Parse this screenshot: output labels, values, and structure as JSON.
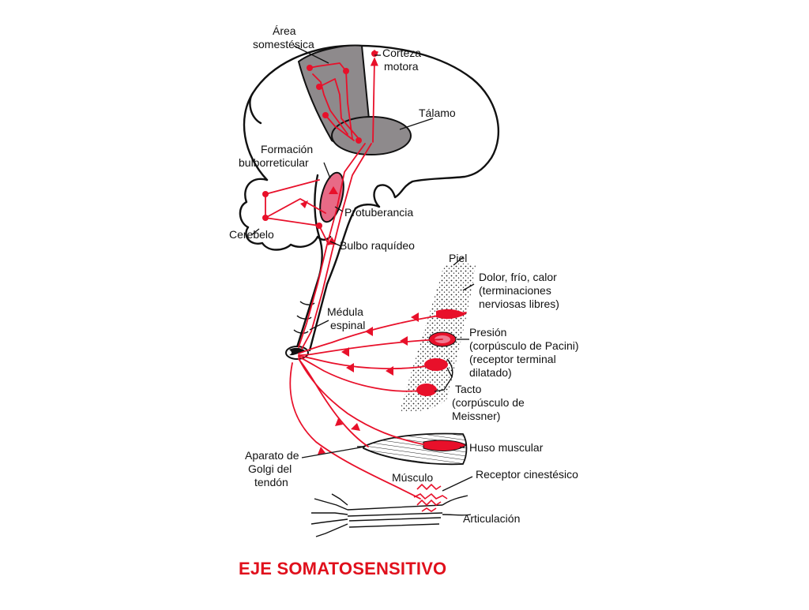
{
  "labels": {
    "area_somestesica": [
      "Área",
      "somestésica"
    ],
    "corteza_motora": [
      "Corteza",
      "motora"
    ],
    "talamo": "Tálamo",
    "formacion": [
      "Formación",
      "bulborreticular"
    ],
    "protuberancia": "Protuberancia",
    "cerebelo": "Cerebelo",
    "bulbo": "Bulbo raquídeo",
    "medula": [
      "Médula",
      "espinal"
    ],
    "piel": "Piel",
    "dolor": [
      "Dolor, frío, calor",
      "(terminaciones",
      "nerviosas libres)"
    ],
    "presion": [
      "Presión",
      "(corpúsculo de Pacini)",
      "(receptor terminal",
      "dilatado)"
    ],
    "tacto": [
      "Tacto",
      "(corpúsculo de",
      "Meissner)"
    ],
    "huso": "Huso muscular",
    "golgi": [
      "Aparato de",
      "Golgi del",
      "tendón"
    ],
    "musculo": "Músculo",
    "receptor_cinestesico": "Receptor cinestésico",
    "articulacion": "Articulación"
  },
  "title": "EJE SOMATOSENSITIVO",
  "colors": {
    "nerve": "#e8102a",
    "title": "#e0101c",
    "cortex_fill": "#8e8a8c",
    "outline": "#111111"
  }
}
